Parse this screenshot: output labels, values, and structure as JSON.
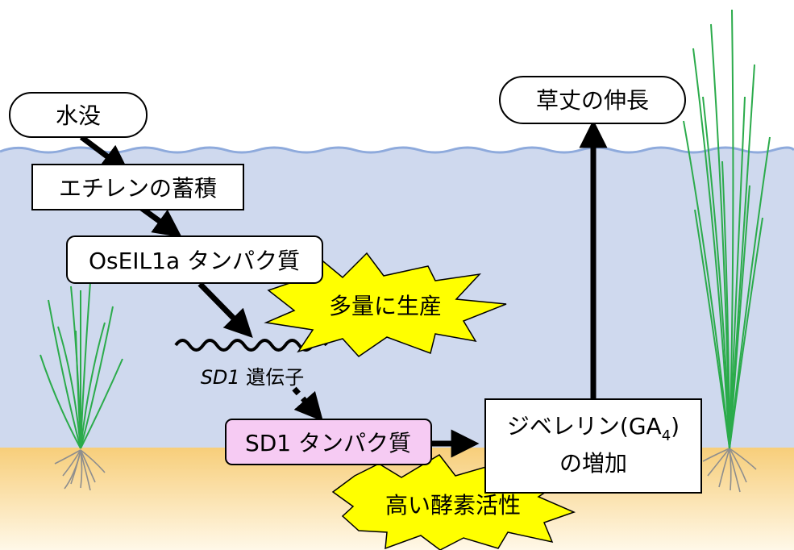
{
  "diagram": {
    "nodes": {
      "submergence": "水没",
      "ethylene": "エチレンの蓄積",
      "oseil1a": "OsEIL1a タンパク質",
      "sd1_gene_name": "SD1",
      "sd1_gene_suffix": " 遺伝子",
      "sd1_protein": "SD1 タンパク質",
      "gibberellin_line1_main": "ジベレリン(GA",
      "gibberellin_line1_sub": "4",
      "gibberellin_line1_close": ")",
      "gibberellin_line2": "の増加",
      "elongation": "草丈の伸長"
    },
    "bursts": {
      "mass_production": "多量に生産",
      "high_activity": "高い酵素活性"
    },
    "colors": {
      "water": "#cfd9ee",
      "water_line": "#8eaadc",
      "soil": "#f7ce7a",
      "burst": "#ffff00",
      "sd1_box": "#f6cbf3",
      "plant": "#2bab4b",
      "root": "#8e8e8e"
    }
  }
}
